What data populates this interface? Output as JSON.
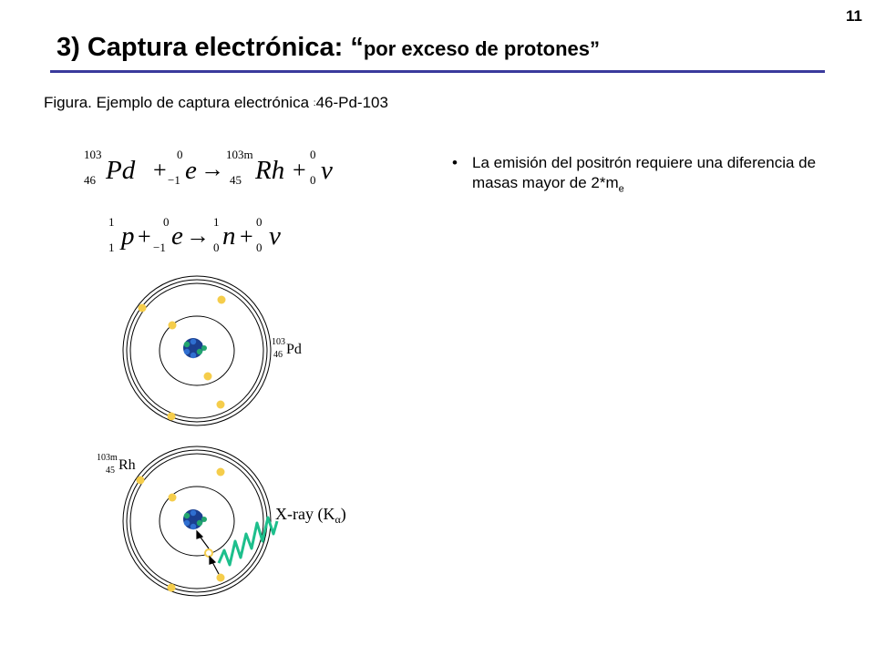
{
  "slide": {
    "page_number": "11",
    "title_main": "3) Captura electrónica: “",
    "title_sub": "por exceso de protones”",
    "caption_text": "Figura. Ejemplo de captura electrónica",
    "caption_sep": ":",
    "caption_nuclide": "46-Pd-103",
    "accent_color": "#3a3a9c"
  },
  "bullets": [
    {
      "text": "La emisión del positrón requiere una diferencia de masas mayor de 2*m",
      "sub": "e"
    }
  ],
  "equations": {
    "eq1": {
      "pd_mass": "103",
      "pd_z": "46",
      "pd_symbol": "Pd",
      "plus1": "+",
      "e_mass": "0",
      "e_z": "−1",
      "e_symbol": "e",
      "arrow": "→",
      "rh_mass": "103m",
      "rh_z": "45",
      "rh_symbol": "Rh",
      "plus2": "+",
      "nu_mass": "0",
      "nu_z": "0",
      "nu_symbol": "ν"
    },
    "eq2": {
      "p_mass": "1",
      "p_z": "1",
      "p_symbol": "p",
      "plus1": "+",
      "e_mass": "0",
      "e_z": "−1",
      "e_symbol": "e",
      "arrow": "→",
      "n_mass": "1",
      "n_z": "0",
      "n_symbol": "n",
      "plus2": "+",
      "nu_mass": "0",
      "nu_z": "0",
      "nu_symbol": "ν"
    }
  },
  "atoms": {
    "pd_label": {
      "mass": "103",
      "z": "46",
      "symbol": "Pd"
    },
    "rh_label": {
      "mass": "103m",
      "z": "45",
      "symbol": "Rh"
    },
    "xray_label": {
      "text": "X-ray (K",
      "sub": "α",
      "close": ")"
    },
    "electron_color": "#f5cd4b",
    "xray_color": "#1dbf8c",
    "nucleus_colors": [
      "#1b3f8f",
      "#22a56e",
      "#2f6fd1"
    ]
  }
}
